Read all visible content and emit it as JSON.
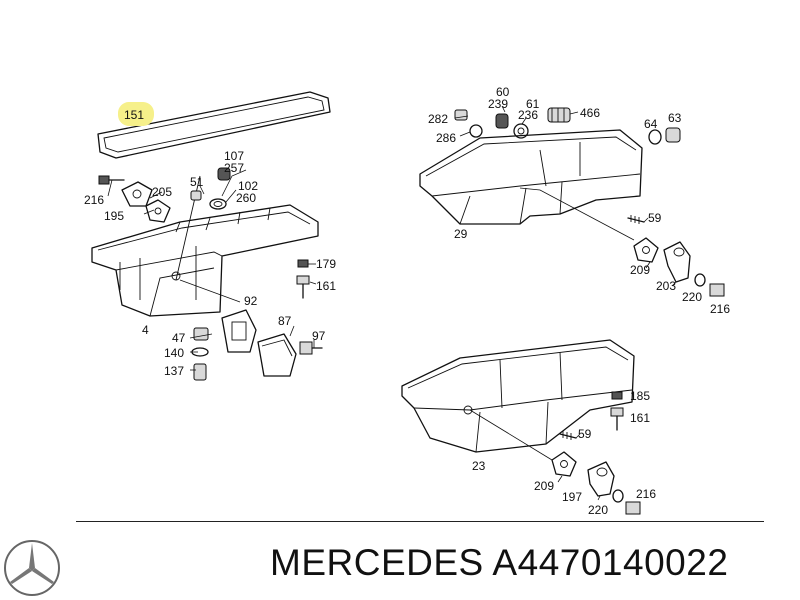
{
  "labels": {
    "l151": "151",
    "l107": "107",
    "l257": "257",
    "l51": "51",
    "l102": "102",
    "l205": "205",
    "l216a": "216",
    "l195": "195",
    "l260": "260",
    "l179": "179",
    "l161a": "161",
    "l92": "92",
    "l4": "4",
    "l87": "87",
    "l97": "97",
    "l47": "47",
    "l140": "140",
    "l137": "137",
    "l60": "60",
    "l239": "239",
    "l61": "61",
    "l236": "236",
    "l466": "466",
    "l282": "282",
    "l286": "286",
    "l64": "64",
    "l63": "63",
    "l59a": "59",
    "l29": "29",
    "l209a": "209",
    "l203": "203",
    "l220a": "220",
    "l216b": "216",
    "l185": "185",
    "l161b": "161",
    "l59b": "59",
    "l23": "23",
    "l209b": "209",
    "l197": "197",
    "l216c": "216",
    "l220b": "220"
  },
  "footer": {
    "brand_text": "MERCEDES A4470140022"
  },
  "icons": {
    "logo": "mercedes-star-icon"
  },
  "colors": {
    "highlight": "#f6f08a",
    "ink": "#111111"
  }
}
